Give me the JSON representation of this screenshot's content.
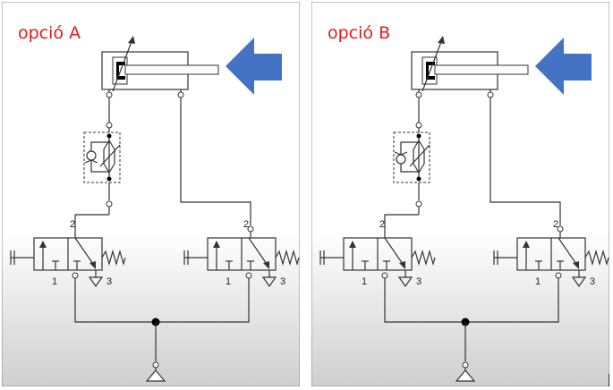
{
  "panels": [
    {
      "id": "a",
      "title": "opció A",
      "ports": {
        "p2": "2",
        "p1": "1",
        "p3": "3"
      }
    },
    {
      "id": "b",
      "title": "opció B",
      "ports": {
        "p2": "2",
        "p1": "1",
        "p3": "3"
      }
    }
  ],
  "colors": {
    "title": "#e31b1b",
    "arrow": "#4472c4",
    "line": "#333333"
  }
}
